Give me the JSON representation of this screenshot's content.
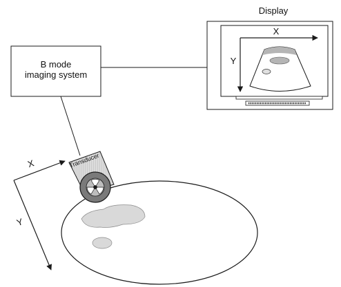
{
  "imaging_system": {
    "line1": "B mode",
    "line2": "imaging system"
  },
  "display": {
    "title": "Display",
    "x_axis": "X",
    "y_axis": "Y"
  },
  "transducer": {
    "label": "Transducer"
  },
  "body_axes": {
    "x_axis": "X",
    "y_axis": "Y"
  },
  "colors": {
    "stroke": "#1a1a1a",
    "fill_gray": "#d9d9d9",
    "screen_gray": "#b5b5b5"
  }
}
